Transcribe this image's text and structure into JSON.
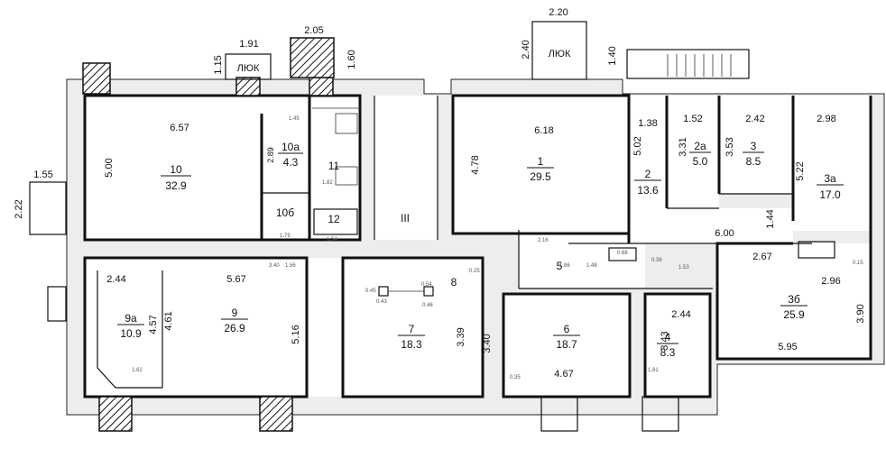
{
  "rooms": [
    {
      "num": "1",
      "area": "29.5"
    },
    {
      "num": "2",
      "area": "13.6"
    },
    {
      "num": "2а",
      "area": "5.0"
    },
    {
      "num": "3",
      "area": "8.5"
    },
    {
      "num": "3а",
      "area": "17.0"
    },
    {
      "num": "3б",
      "area": "25.9"
    },
    {
      "num": "4",
      "area": "8.3"
    },
    {
      "num": "5",
      "area": ""
    },
    {
      "num": "6",
      "area": "18.7"
    },
    {
      "num": "7",
      "area": "18.3"
    },
    {
      "num": "8",
      "area": ""
    },
    {
      "num": "9",
      "area": "26.9"
    },
    {
      "num": "9а",
      "area": "10.9"
    },
    {
      "num": "10",
      "area": "32.9"
    },
    {
      "num": "10а",
      "area": "4.3"
    },
    {
      "num": "10б",
      "area": ""
    },
    {
      "num": "11",
      "area": ""
    },
    {
      "num": "12",
      "area": ""
    },
    {
      "num": "III",
      "area": ""
    }
  ],
  "hatch_labels": [
    "ЛЮК",
    "ЛЮК"
  ],
  "dimensions": [
    "2.20",
    "2.40",
    "1.40",
    "1.91",
    "1.15",
    "2.05",
    "1.60",
    "1.55",
    "2.22",
    "6.57",
    "5.00",
    "2.89",
    "6.18",
    "4.78",
    "1.38",
    "5.02",
    "1.52",
    "3.31",
    "2.42",
    "3.53",
    "2.98",
    "5.22",
    "1.44",
    "6.00",
    "2.67",
    "2.96",
    "3.90",
    "5.95",
    "2.44",
    "5.67",
    "4.57",
    "4.61",
    "5.16",
    "3.39",
    "3.40",
    "4.67",
    "2.44",
    "3.43",
    "1.62"
  ],
  "small_dimensions": [
    "1.45",
    "1.82",
    "1.54",
    "1.79",
    "3.40",
    "1.56",
    "0.45",
    "0.54",
    "0.43",
    "0.46",
    "1.48",
    "2.16",
    "1.86",
    "0.35",
    "1.81",
    "0.15",
    "0.68",
    "0.36",
    "1.53",
    "0.25"
  ]
}
